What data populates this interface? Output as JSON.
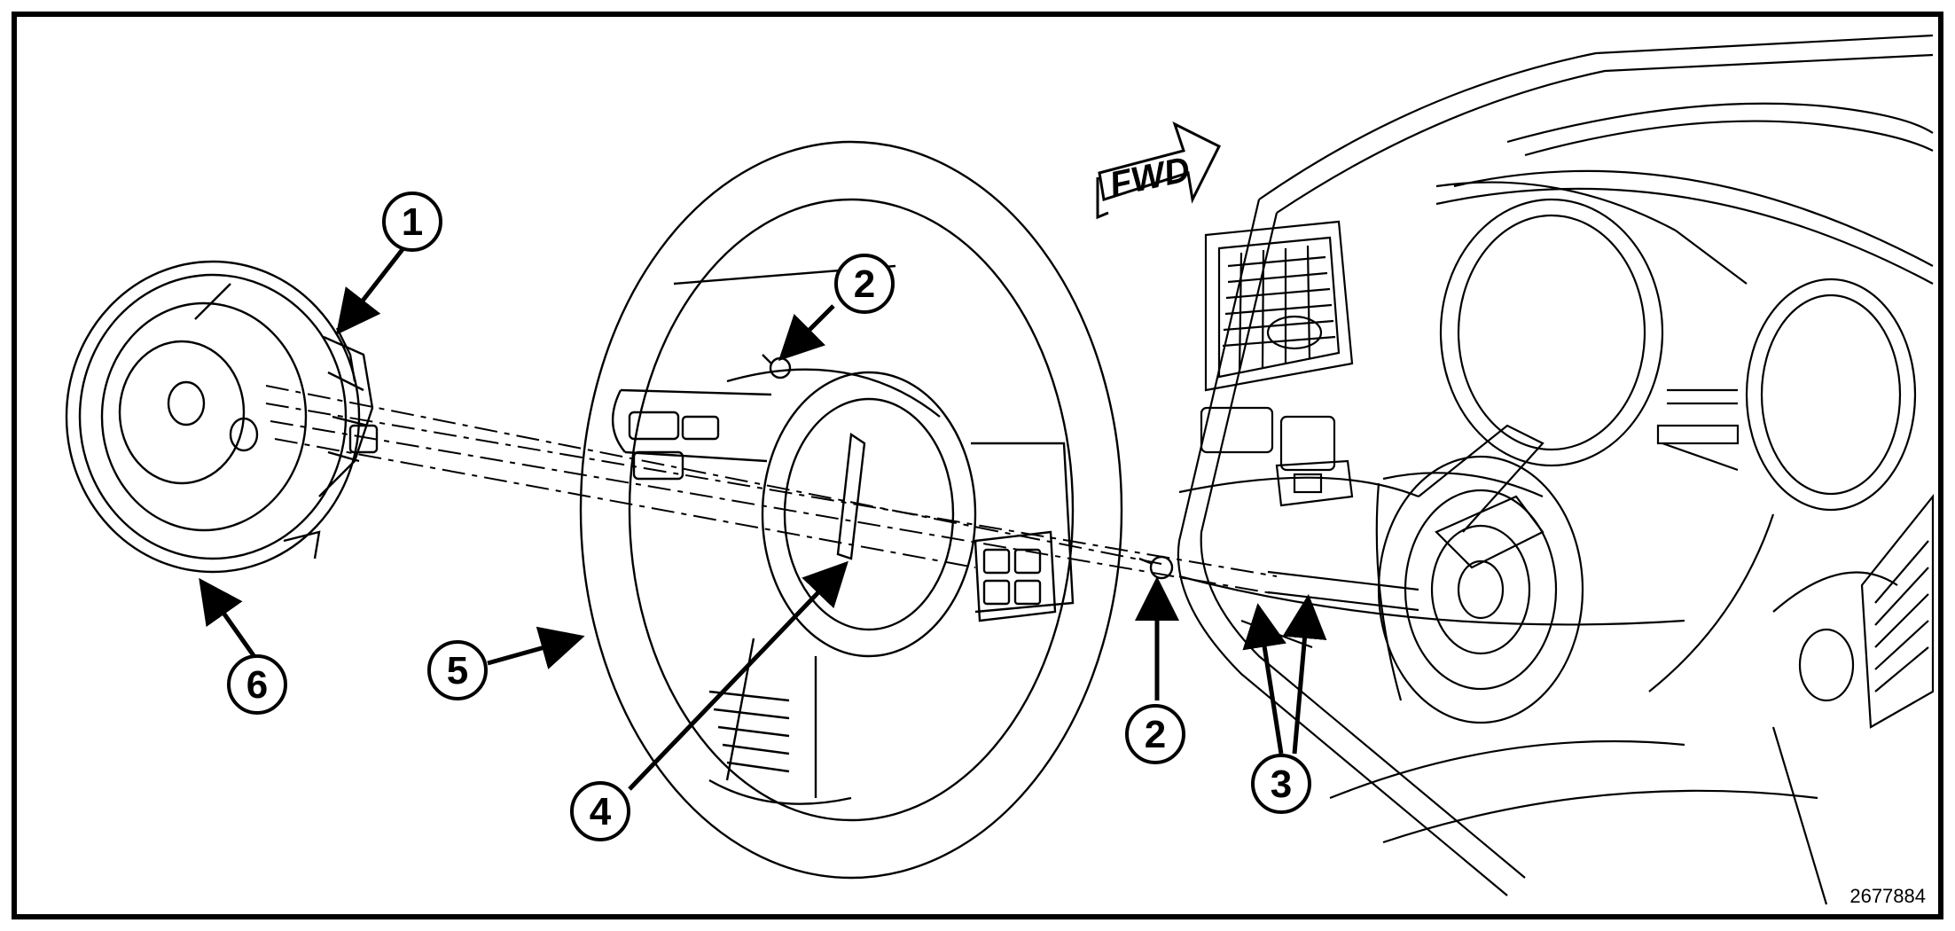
{
  "diagram": {
    "direction_label": "FWD",
    "figure_id": "2677884",
    "callouts": [
      {
        "number": "1"
      },
      {
        "number": "2"
      },
      {
        "number": "2"
      },
      {
        "number": "3"
      },
      {
        "number": "4"
      },
      {
        "number": "5"
      },
      {
        "number": "6"
      }
    ],
    "colors": {
      "ink": "#000000",
      "background": "#ffffff"
    }
  }
}
